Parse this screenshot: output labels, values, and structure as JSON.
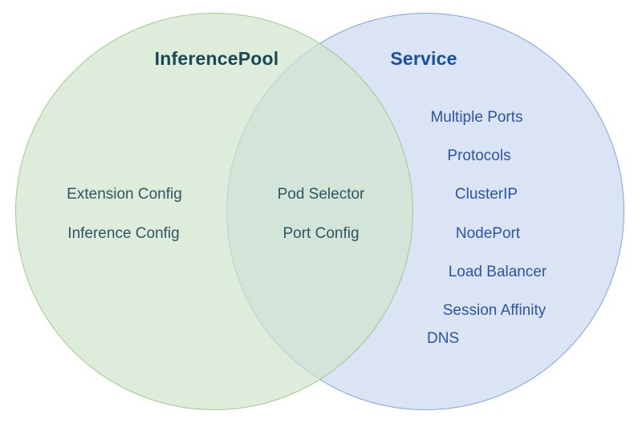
{
  "diagram": {
    "type": "venn",
    "left_circle": {
      "title": "InferencePool",
      "items": [
        "Extension Config",
        "Inference Config"
      ]
    },
    "overlap": {
      "items": [
        "Pod Selector",
        "Port Config"
      ]
    },
    "right_circle": {
      "title": "Service",
      "items": [
        "Multiple Ports",
        "Protocols",
        "ClusterIP",
        "NodePort",
        "Load Balancer",
        "Session Affinity",
        "DNS"
      ]
    },
    "colors": {
      "green_fill": "#e3eedb",
      "green_border": "#a5c88c",
      "blue_fill": "#dbe4f5",
      "blue_border": "#7fa4e2",
      "overlap_fill": "#d6e5db",
      "teal_title_text": "#1c4853",
      "teal_item_text": "#2e5560",
      "blue_title_text": "#174ea6",
      "blue_item_text": "#2a55a5"
    }
  }
}
